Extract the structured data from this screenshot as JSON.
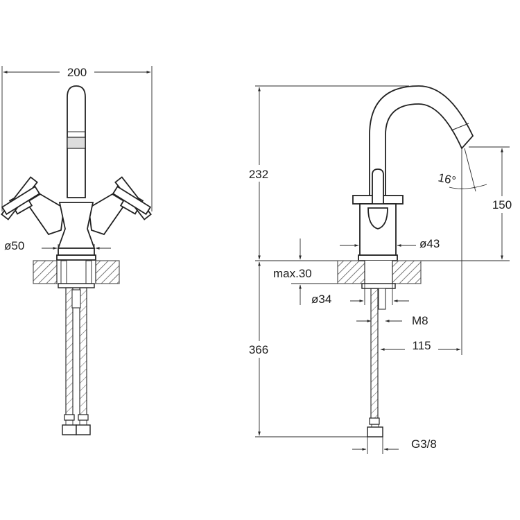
{
  "dimensions": {
    "overall_width": "200",
    "base_diameter_front": "ø50",
    "spout_height": "232",
    "spout_outlet_height": "150",
    "spout_angle": "16°",
    "body_diameter": "ø43",
    "max_counter_thickness": "max.30",
    "hole_diameter": "ø34",
    "stud_thread": "M8",
    "spout_reach": "115",
    "hose_length": "366",
    "connection_thread": "G3/8"
  },
  "colors": {
    "line": "#2a2a2a",
    "hatch": "#555555",
    "background": "#ffffff"
  }
}
